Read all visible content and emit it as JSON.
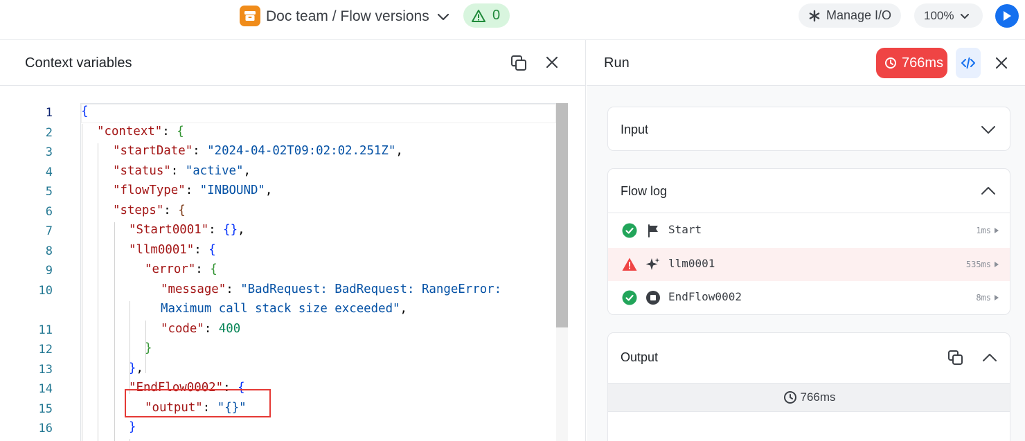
{
  "header": {
    "breadcrumb": "Doc team / Flow versions",
    "warning_count": "0",
    "manage_io_label": "Manage I/O",
    "zoom_level": "100%"
  },
  "context_panel": {
    "title": "Context variables"
  },
  "run_panel": {
    "title": "Run",
    "duration": "766ms",
    "input": {
      "title": "Input"
    },
    "flow_log": {
      "title": "Flow log",
      "items": [
        {
          "name": "Start",
          "time": "1ms",
          "status": "success",
          "type_icon": "flag-icon"
        },
        {
          "name": "llm0001",
          "time": "535ms",
          "status": "error",
          "type_icon": "sparkle-icon"
        },
        {
          "name": "EndFlow0002",
          "time": "8ms",
          "status": "success",
          "type_icon": "stop-icon"
        }
      ]
    },
    "output": {
      "title": "Output",
      "duration": "766ms"
    }
  },
  "colors": {
    "accent": "#1570ef",
    "error": "#ef4444",
    "success": "#22a55a",
    "app_icon": "#f08c1a"
  }
}
